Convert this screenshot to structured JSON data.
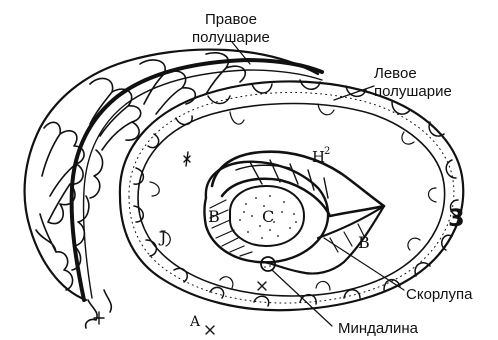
{
  "labels": {
    "right_hemisphere": [
      "Правое",
      "полушарие"
    ],
    "left_hemisphere": [
      "Левое",
      "полушарие"
    ],
    "shell": "Скорлупа",
    "amygdala": "Миндалина"
  },
  "figure_number": "3",
  "handwritten_marks": {
    "h2": "H",
    "h2_sup": "2",
    "b_upper": "B",
    "c": "C",
    "j": "J",
    "b_lower": "B",
    "a": "A"
  }
}
